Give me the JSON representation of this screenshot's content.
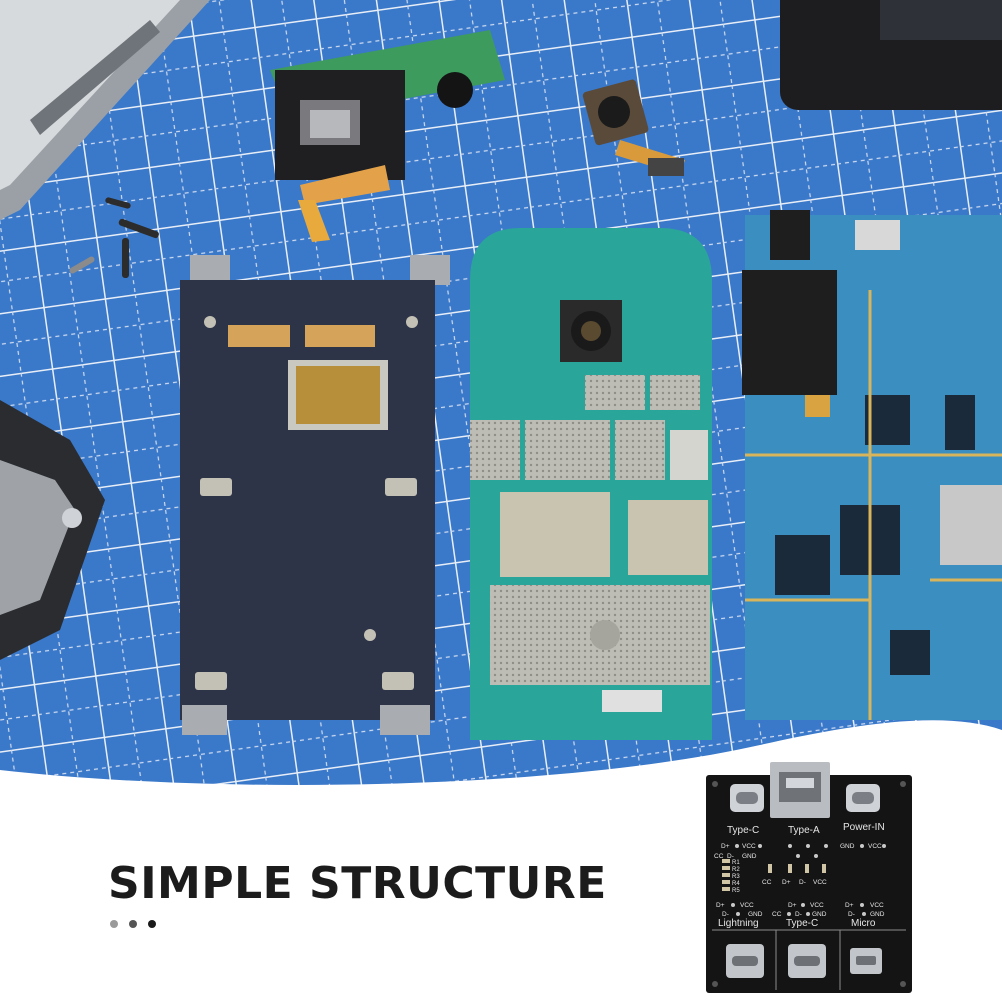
{
  "headline": "SIMPLE STRUCTURE",
  "pager": {
    "dot_colors": [
      "#9a9a9a",
      "#555555",
      "#1a1a1a"
    ]
  },
  "board": {
    "port_labels": [
      "Type-C",
      "Type-A",
      "Power-IN",
      "Lightning",
      "Type-C",
      "Micro"
    ],
    "pin_labels": {
      "typec_top": [
        "D+",
        "D-",
        "VCC",
        "CC",
        "GND"
      ],
      "power_in": [
        "GND",
        "VCC"
      ],
      "resistors": [
        "R1",
        "R2",
        "R3",
        "R4",
        "R5"
      ],
      "mid_row": [
        "CC",
        "D+",
        "D-",
        "VCC"
      ],
      "lightning": [
        "D+",
        "VCC",
        "D-",
        "GND"
      ],
      "typec_bottom": [
        "D+",
        "VCC",
        "CC",
        "D-",
        "GND"
      ],
      "micro": [
        "D+",
        "VCC",
        "D-",
        "GND"
      ]
    }
  },
  "colors": {
    "mat_blue": "#3a78c9",
    "pcb_green": "#2aa59a",
    "pcb_blue": "#3b8fc0",
    "shield_dark": "#2e3448",
    "board_black": "#141414"
  }
}
